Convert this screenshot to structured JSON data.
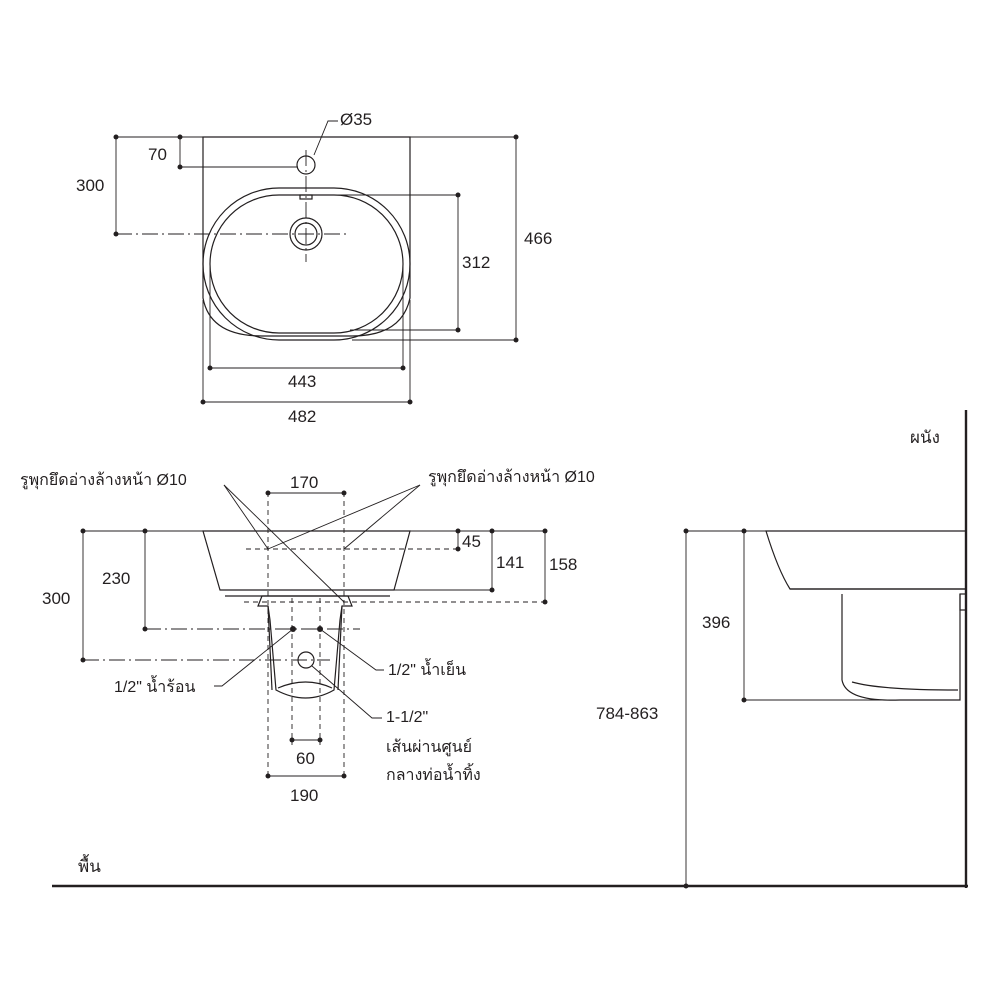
{
  "top_view": {
    "hole_diameter": "Ø35",
    "dim_70": "70",
    "dim_300": "300",
    "dim_466": "466",
    "dim_312": "312",
    "dim_443": "443",
    "dim_482": "482"
  },
  "front_view": {
    "fixing_hole_left": "รูพุกยึดอ่างล้างหน้า Ø10",
    "fixing_hole_right": "รูพุกยึดอ่างล้างหน้า Ø10",
    "dim_170": "170",
    "dim_45": "45",
    "dim_141": "141",
    "dim_158": "158",
    "dim_300": "300",
    "dim_230": "230",
    "hot_water": "1/2\" น้ำร้อน",
    "cold_water": "1/2\" น้ำเย็น",
    "drain_size": "1-1/2\"",
    "drain_line1": "เส้นผ่านศูนย์",
    "drain_line2": "กลางท่อน้ำทิ้ง",
    "dim_60": "60",
    "dim_190": "190"
  },
  "side_view": {
    "wall": "ผนัง",
    "floor": "พื้น",
    "dim_396": "396",
    "dim_height": "784-863"
  }
}
